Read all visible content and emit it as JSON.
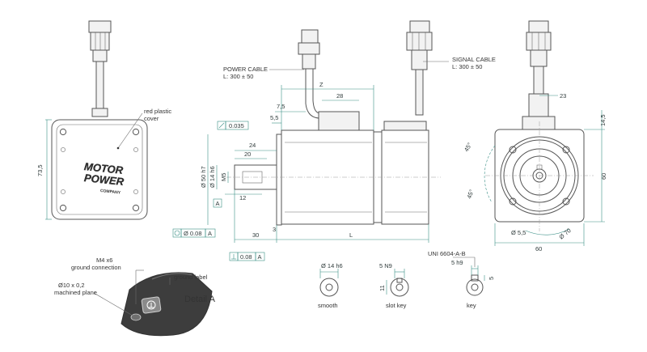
{
  "labels": {
    "red_plastic_cover": [
      "red plastic",
      "cover"
    ],
    "power_cable": [
      "POWER CABLE",
      "L: 300 ± 50"
    ],
    "signal_cable": [
      "SIGNAL CABLE",
      "L: 300 ± 50"
    ],
    "m4_ground": [
      "M4 x6",
      "ground connection"
    ],
    "ground_label": "ground label",
    "machined_plane": [
      "Ø10 x 0,2",
      "machined plane"
    ],
    "detail": "Detail  A",
    "uni": "UNI 6604-A-B",
    "shaft_smooth": "smooth",
    "shaft_slot": "slot key",
    "shaft_key": "key"
  },
  "logo": [
    "MOTOR",
    "POWER",
    "COMPANY"
  ],
  "dims": {
    "height_73_5": "73,5",
    "z": "Z",
    "d28": "28",
    "d7_5": "7,5",
    "d5_5": "5,5",
    "tol_035": "0.035",
    "d24": "24",
    "d20": "20",
    "d50h7": "Ø 50 h7",
    "d14h6": "Ø 14 h6",
    "m5": "M5",
    "d12": "12",
    "datum_a": "A",
    "conc": "Ø 0.08",
    "conc_datum": "A",
    "d3": "3",
    "d30": "30",
    "L": "L",
    "perp": "0.08",
    "perp_datum": "A",
    "d23": "23",
    "d14_5": "14,5",
    "d60_v": "60",
    "d60_h": "60",
    "d5_5b": "Ø 5,5",
    "d70": "Ø 70",
    "ang45a": "45°",
    "ang45b": "45°",
    "smooth_d": "Ø 14 h6",
    "slot_n9": "5 N9",
    "slot_11": "11",
    "key_h9": "5 h9",
    "key_5": "5"
  },
  "colors": {
    "dimension": "#3a8f86",
    "drawing": "#555555",
    "detail_dark": "#3d3d3d"
  }
}
